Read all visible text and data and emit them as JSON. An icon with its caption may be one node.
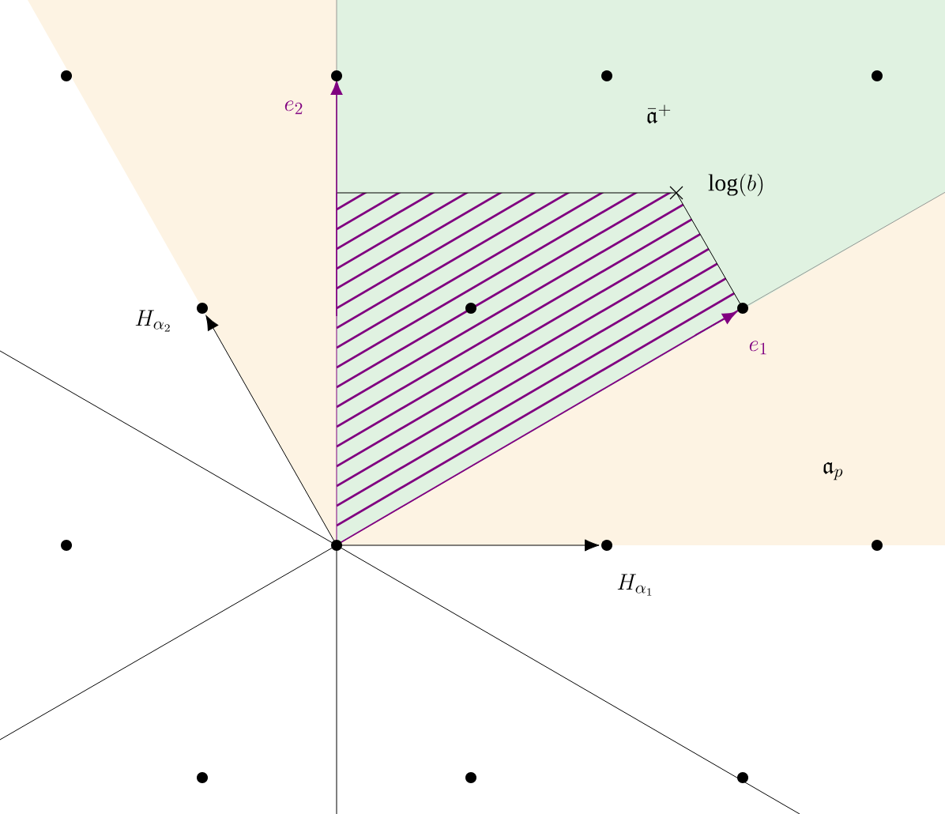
{
  "diagram": {
    "labels": [
      "e_2",
      "\\bar{\\mathfrak{a}}^+",
      "\\log(b)",
      "H_{\\alpha_2}",
      "e_1",
      "\\mathfrak{a}_p",
      "H_{\\alpha_1}"
    ]
  }
}
